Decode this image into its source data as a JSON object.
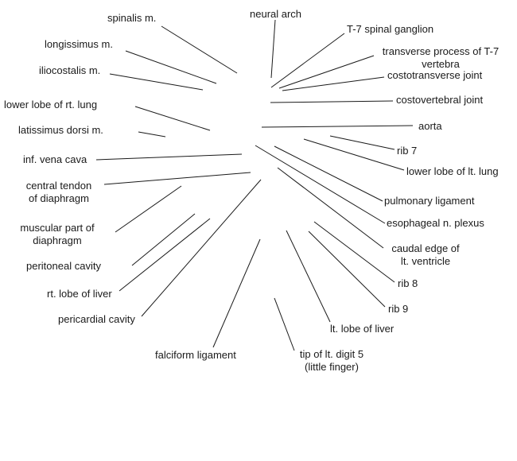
{
  "labels": {
    "spinalis": "spinalis m.",
    "longissimus": "longissimus m.",
    "iliocostalis": "iliocostalis m.",
    "lower_lobe_rt_lung": "lower lobe of rt. lung",
    "latissimus_dorsi": "latissimus dorsi m.",
    "inf_vena_cava": "inf. vena cava",
    "central_tendon": "central tendon\nof diaphragm",
    "muscular_part": "muscular part of\ndiaphragm",
    "peritoneal_cavity": "peritoneal cavity",
    "rt_lobe_liver": "rt. lobe of liver",
    "pericardial_cavity": "pericardial cavity",
    "falciform_ligament": "falciform ligament",
    "neural_arch": "neural arch",
    "t7_spinal_ganglion": "T-7 spinal ganglion",
    "transverse_process": "transverse process of T-7\nvertebra",
    "costotransverse_joint": "costotransverse joint",
    "costovertebral_joint": "costovertebral joint",
    "aorta": "aorta",
    "rib_7": "rib 7",
    "lower_lobe_lt_lung": "lower lobe of lt. lung",
    "pulmonary_ligament": "pulmonary ligament",
    "esophageal_plexus": "esophageal n. plexus",
    "caudal_edge": "caudal edge of\nlt. ventricle",
    "rib_8": "rib 8",
    "rib_9": "rib 9",
    "lt_lobe_liver": "lt. lobe of liver",
    "tip_lt_digit": "tip of lt. digit 5\n(little finger)"
  },
  "colors": {
    "line": "#1a1a1a",
    "text": "#1a1a1a",
    "background": "#ffffff"
  }
}
